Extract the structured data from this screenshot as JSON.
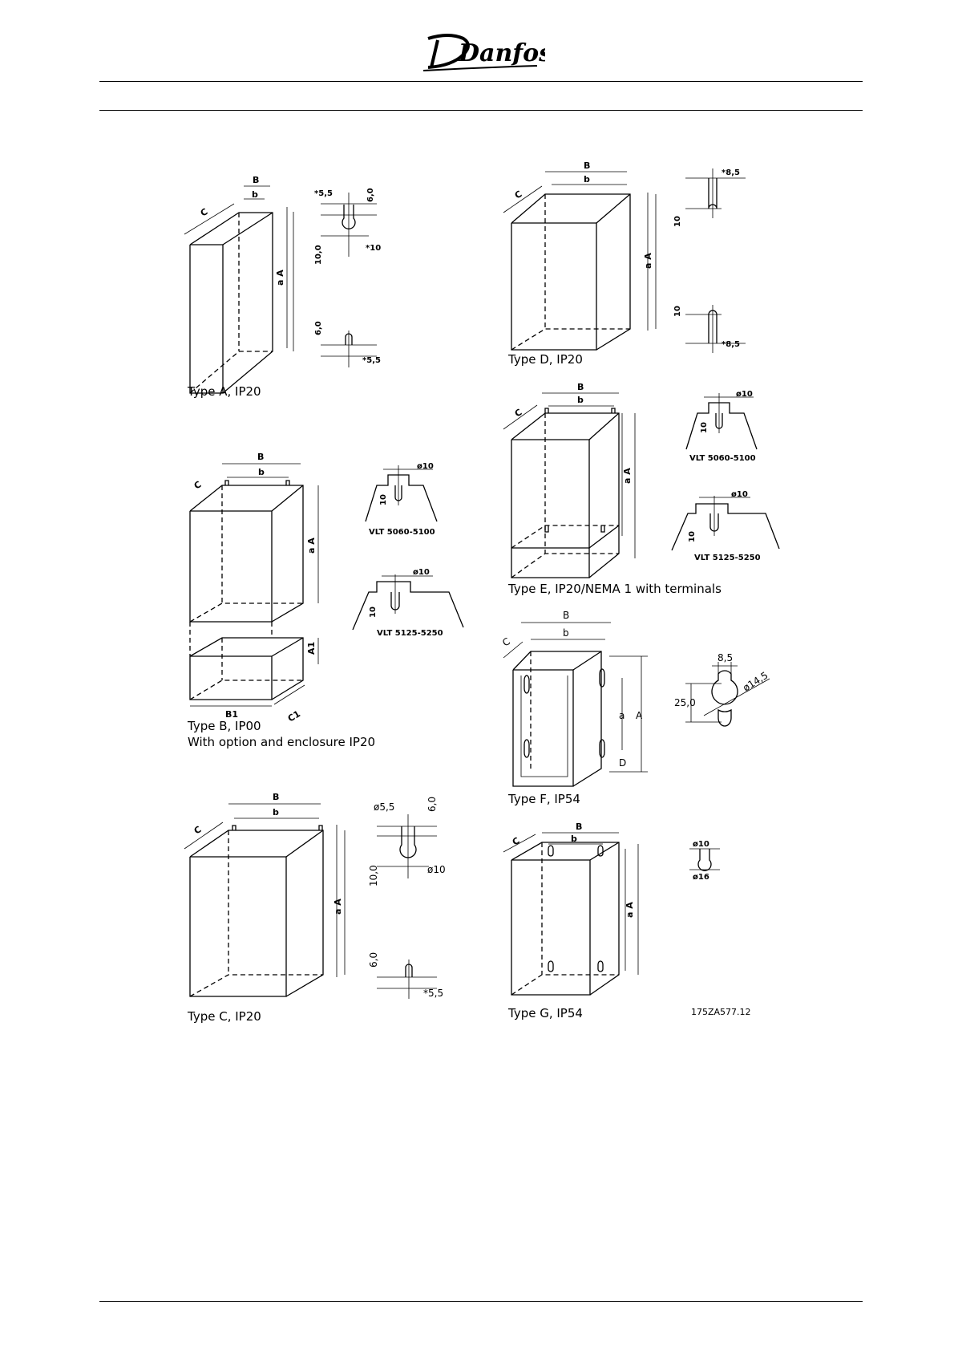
{
  "brand": {
    "logo_text": "Danfoss"
  },
  "drawing_code": "175ZA577.12",
  "type_a": {
    "caption": "Type A, IP20",
    "label_B": "B",
    "label_b": "b",
    "label_C": "C",
    "label_aA": "a A",
    "hole_top": {
      "d1": "*5,5",
      "d2": "6,0",
      "d3": "10,0",
      "d4": "*10"
    },
    "hole_bottom": {
      "d1": "6,0",
      "d2": "*5,5"
    }
  },
  "type_b": {
    "caption_line1": "Type B, IP00",
    "caption_line2": "With option and enclosure IP20",
    "label_B": "B",
    "label_b": "b",
    "label_C": "C",
    "label_aA": "a A",
    "label_A1": "A1",
    "label_B1": "B1",
    "label_C1": "C1",
    "detail_top": {
      "dia": "ø10",
      "h": "10",
      "range": "VLT 5060-5100"
    },
    "detail_bottom": {
      "dia": "ø10",
      "h": "10",
      "range": "VLT 5125-5250"
    }
  },
  "type_c": {
    "caption": "Type C, IP20",
    "label_B": "B",
    "label_b": "b",
    "label_C": "C",
    "label_aA": "a A",
    "hole_top": {
      "d1": "ø5,5",
      "d2": "6,0",
      "d3": "10,0",
      "d4": "ø10"
    },
    "hole_bottom": {
      "d1": "6,0",
      "d2": "*5,5"
    }
  },
  "type_d": {
    "caption": "Type D, IP20",
    "label_B": "B",
    "label_b": "b",
    "label_C": "C",
    "label_aA": "a A",
    "hole_top": {
      "d1": "*8,5",
      "h": "10"
    },
    "hole_bottom": {
      "h": "10",
      "d1": "*8,5"
    }
  },
  "type_e": {
    "caption": "Type E, IP20/NEMA 1 with terminals",
    "label_B": "B",
    "label_b": "b",
    "label_C": "C",
    "label_aA": "a A",
    "detail_top": {
      "dia": "ø10",
      "h": "10",
      "range": "VLT 5060-5100"
    },
    "detail_bottom": {
      "dia": "ø10",
      "h": "10",
      "range": "VLT 5125-5250"
    }
  },
  "type_f": {
    "caption": "Type F, IP54",
    "label_B": "B",
    "label_b": "b",
    "label_C": "C",
    "label_a": "a",
    "label_A": "A",
    "label_D": "D",
    "hole": {
      "w": "8,5",
      "h": "25,0",
      "dia": "ø14,5"
    }
  },
  "type_g": {
    "caption": "Type G, IP54",
    "label_B": "B",
    "label_b": "b",
    "label_C": "C",
    "label_aA": "a A",
    "hole": {
      "d1": "ø10",
      "d2": "ø16"
    }
  }
}
